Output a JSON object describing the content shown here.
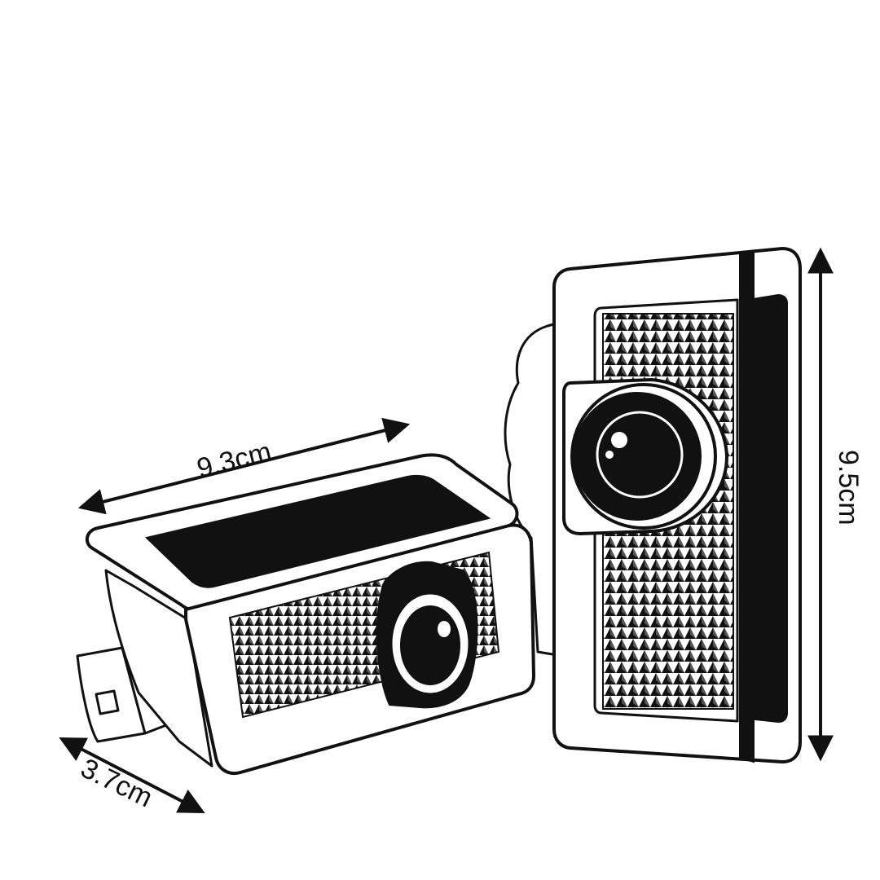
{
  "dimensions": {
    "length": "9.3cm",
    "width": "3.7cm",
    "height": "9.5cm"
  },
  "colors": {
    "ink": "#111111",
    "background": "#ffffff"
  },
  "icons": {
    "lens": "lens-icon",
    "arrow": "double-arrow-icon"
  }
}
